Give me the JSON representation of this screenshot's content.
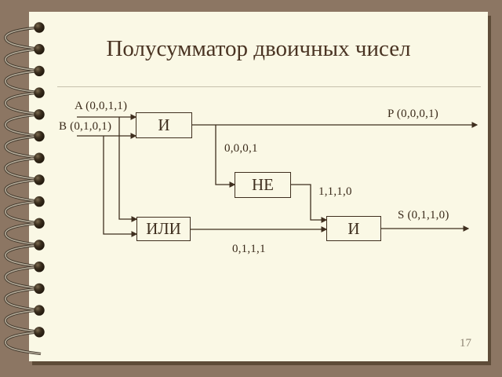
{
  "slide": {
    "title": "Полусумматор двоичных чисел",
    "page_number": "17"
  },
  "diagram": {
    "type": "logic-circuit-half-adder",
    "input_a": "A (0,0,1,1)",
    "input_b": "B (0,1,0,1)",
    "gate_and1": "И",
    "gate_not": "НЕ",
    "gate_or": "ИЛИ",
    "gate_and2": "И",
    "wire_and1_out": "0,0,0,1",
    "wire_not_out": "1,1,1,0",
    "wire_or_out": "0,1,1,1",
    "output_p": "P (0,0,0,1)",
    "output_s": "S (0,1,1,0)"
  },
  "colors": {
    "background": "#8C7663",
    "slide_background": "#FAF8E5",
    "slide_shadow": "#5E4C38",
    "line": "#3F2F1F",
    "title_text": "#4A3423",
    "page_number_text": "#8D8372"
  }
}
